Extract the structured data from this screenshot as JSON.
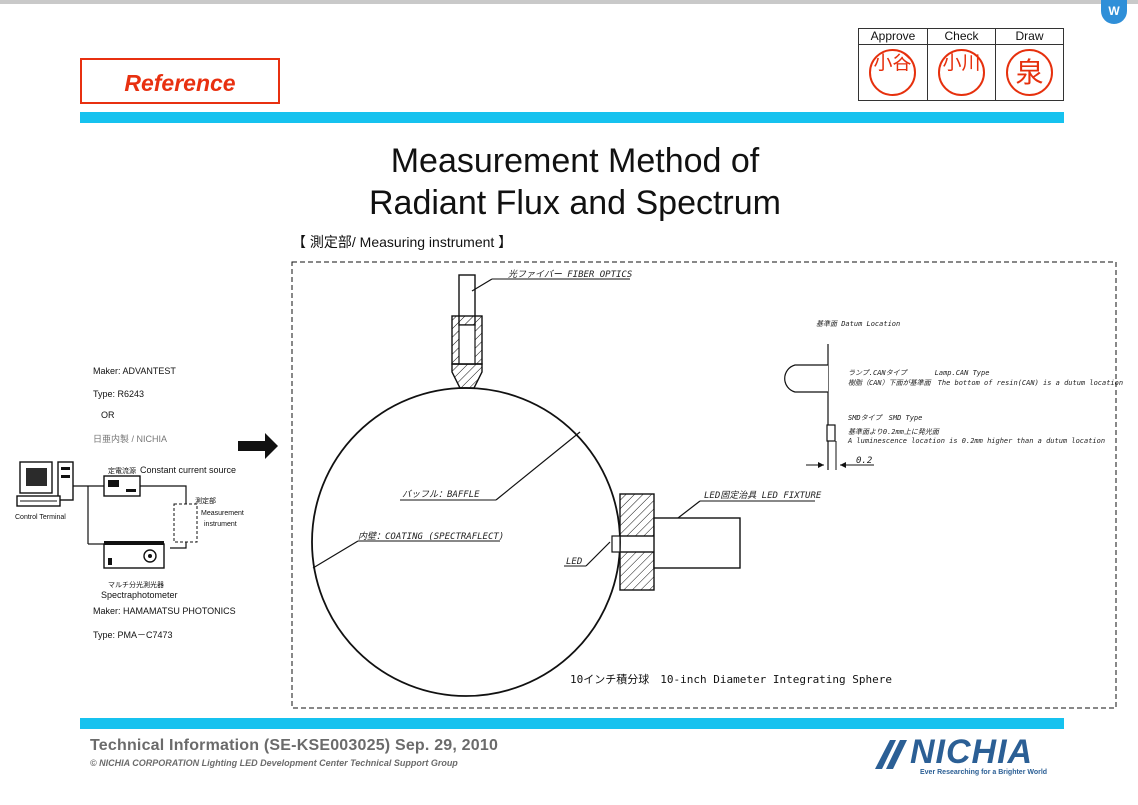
{
  "header": {
    "reference_label": "Reference",
    "approval": {
      "columns": [
        {
          "label": "Approve",
          "stamp": "小谷"
        },
        {
          "label": "Check",
          "stamp": "小川"
        },
        {
          "label": "Draw",
          "stamp": "泉"
        }
      ]
    }
  },
  "title": {
    "line1": "Measurement Method of",
    "line2": "Radiant Flux and Spectrum"
  },
  "section_label": "【 測定部/ Measuring instrument 】",
  "left_panel": {
    "maker_1": "Maker: ADVANTEST",
    "type_1": "Type: R6243",
    "or": "OR",
    "nichia_made": "日亜内製 / NICHIA",
    "constant_current_jp": "定電流源",
    "constant_current_en": "Constant current source",
    "measurement_jp": "測定部",
    "measurement_en_1": "Measurement",
    "measurement_en_2": "instrument",
    "control_terminal": "Control Terminal",
    "spectro_jp": "マルチ分光測光器",
    "spectro_en": "Spectraphotometer",
    "maker_2": "Maker: HAMAMATSU PHOTONICS",
    "type_2": "Type: PMA－C7473"
  },
  "diagram": {
    "fiber_optics": "光ファイバー FIBER OPTICS",
    "datum_location": "基準面 Datum Location",
    "lamp_type": "ランプ.CANタイプ　　　　Lamp.CAN Type",
    "lamp_note": "樹脂（CAN）下面が基準面　The bottom of resin(CAN) is a dutum location",
    "smd_type": "SMDタイプ　SMD Type",
    "smd_note_jp": "基準面より0.2mm上に発光面",
    "smd_note_en": "A luminescence location is 0.2mm higher than a dutum location",
    "gap_value": "0.2",
    "baffle": "バッフル：BAFFLE",
    "led_fixture": "LED固定治具 LED FIXTURE",
    "coating": "内壁：COATING (SPECTRAFLECT)",
    "led": "LED",
    "sphere_caption": "10インチ積分球　10-inch Diameter Integrating Sphere"
  },
  "footer": {
    "title": "Technical Information (SE-KSE003025) Sep. 29, 2010",
    "copyright": "© NICHIA CORPORATION Lighting LED Development Center Technical Support Group",
    "logo": "NICHIA",
    "tagline": "Ever Researching for a Brighter World"
  },
  "colors": {
    "accent_blue": "#16c2ef",
    "reference_red": "#e83010",
    "stamp_red": "#e6300d",
    "logo_blue": "#2b5f95",
    "footer_gray": "#6b6b6b"
  }
}
